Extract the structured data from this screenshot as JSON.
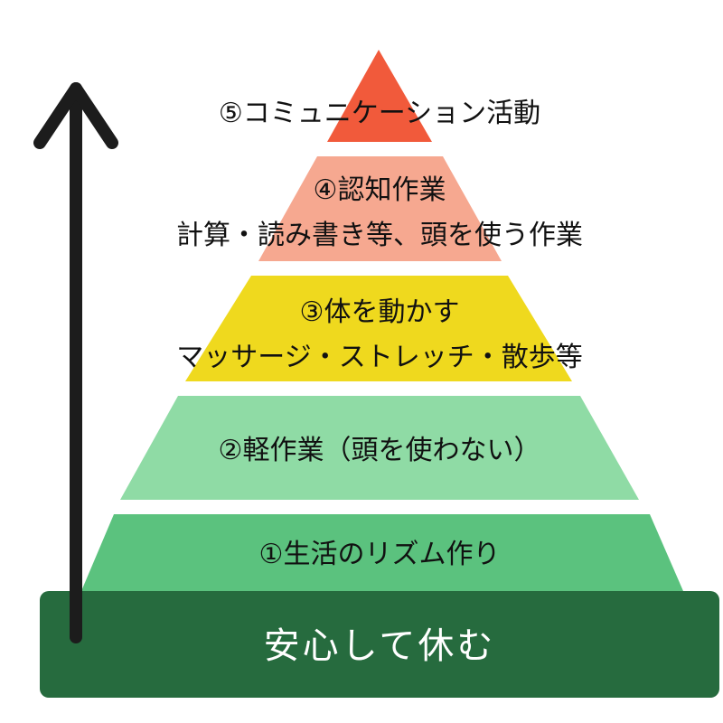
{
  "pyramid": {
    "levels": [
      {
        "lines": [
          "⑤コミュニケーション活動"
        ],
        "color": "#f15a3b"
      },
      {
        "lines": [
          "④認知作業",
          "計算・読み書き等、頭を使う作業"
        ],
        "color": "#f6a890"
      },
      {
        "lines": [
          "③体を動かす",
          "マッサージ・ストレッチ・散歩等"
        ],
        "color": "#efd91e"
      },
      {
        "lines": [
          "②軽作業（頭を使わない）"
        ],
        "color": "#8fdba5"
      },
      {
        "lines": [
          "①生活のリズム作り"
        ],
        "color": "#5bc27e"
      }
    ],
    "base": {
      "label": "安心して休む",
      "color": "#266b3e"
    }
  },
  "arrow": {
    "color": "#1c1c1c"
  }
}
